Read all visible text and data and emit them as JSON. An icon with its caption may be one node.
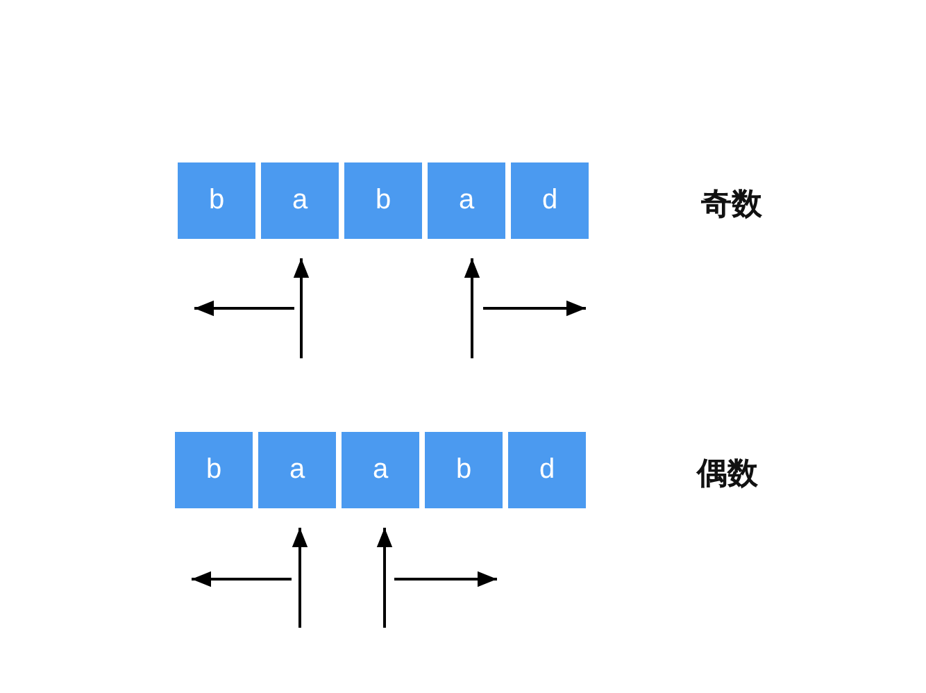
{
  "diagram": {
    "nodes": [
      {
        "text": [
          "b"
        ]
      },
      {
        "text": [
          "a"
        ]
      },
      {
        "text": [
          "b"
        ]
      },
      {
        "text": [
          "a"
        ]
      },
      {
        "text": [
          "d"
        ]
      },
      {
        "text": [
          "b"
        ]
      },
      {
        "text": [
          "a"
        ]
      },
      {
        "text": [
          "a"
        ]
      },
      {
        "text": [
          "b"
        ]
      },
      {
        "text": [
          "d"
        ]
      }
    ],
    "edges": [
      {
        "from": null,
        "to": 1,
        "arrow": "to"
      },
      {
        "from": null,
        "to": 3,
        "arrow": "to"
      },
      {
        "from": null,
        "to": 6,
        "arrow": "to"
      },
      {
        "from": null,
        "to": 7,
        "arrow": "to"
      }
    ],
    "labels": [
      "奇数",
      "偶数"
    ]
  }
}
